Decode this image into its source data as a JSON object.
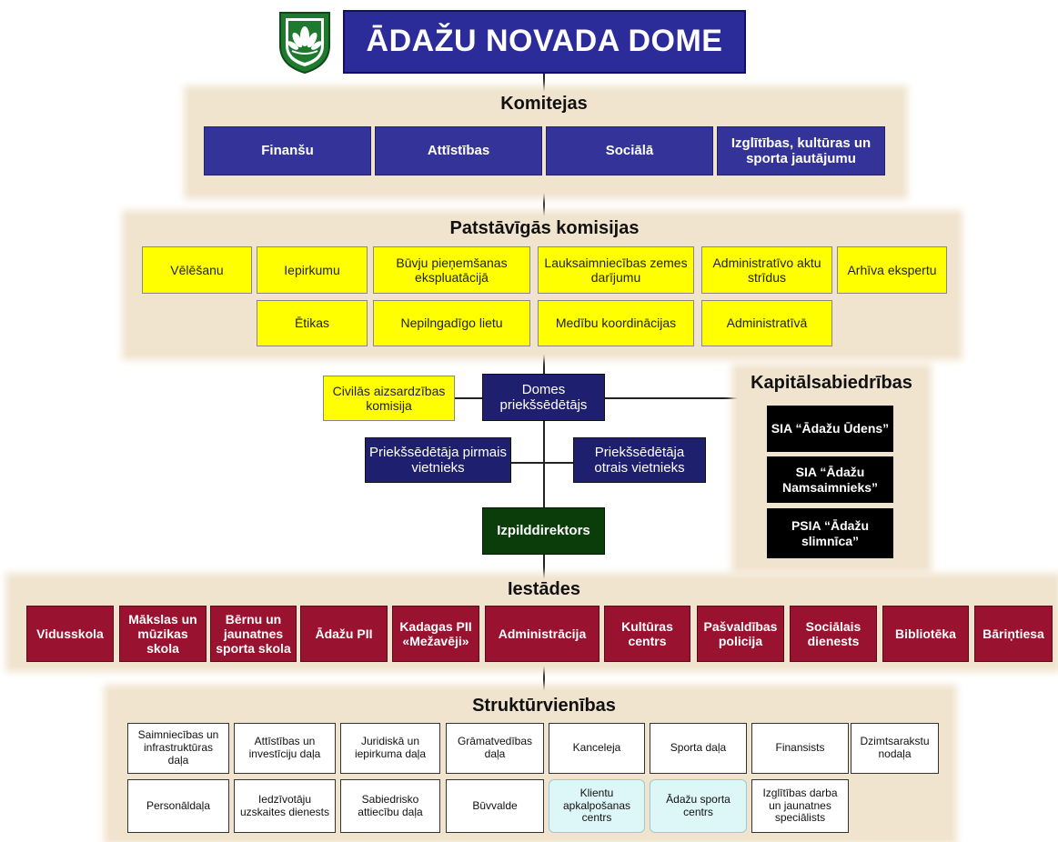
{
  "header": {
    "title": "ĀDAŽU NOVADA DOME",
    "logo_icon": "lotus-crest-icon"
  },
  "committees": {
    "title": "Komitejas",
    "items": [
      "Finanšu",
      "Attīstības",
      "Sociālā",
      "Izglītības, kultūras un sporta jautājumu"
    ]
  },
  "commissions": {
    "title": "Patstāvīgās komisijas",
    "row1": [
      "Vēlēšanu",
      "Iepirkumu",
      "Būvju pieņemšanas ekspluatācijā",
      "Lauksaimniecības zemes darījumu",
      "Administratīvo aktu strīdus",
      "Arhīva ekspertu"
    ],
    "row2": [
      "Ētikas",
      "Nepilngadīgo lietu",
      "Medību koordinācijas",
      "Administratīvā"
    ]
  },
  "leadership": {
    "civil": "Civilās aizsardzības komisija",
    "chair": "Domes priekšsēdētājs",
    "deputy1": "Priekšsēdētāja pirmais vietnieks",
    "deputy2": "Priekšsēdētāja otrais vietnieks",
    "director": "Izpilddirektors"
  },
  "companies": {
    "title": "Kapitālsabiedrības",
    "items": [
      "SIA “Ādažu Ūdens”",
      "SIA “Ādažu Namsaimnieks”",
      "PSIA “Ādažu slimnīca”"
    ]
  },
  "institutions": {
    "title": "Iestādes",
    "items": [
      "Vidusskola",
      "Mākslas un mūzikas skola",
      "Bērnu un jaunatnes sporta skola",
      "Ādažu PII",
      "Kadagas PII «Mežavēji»",
      "Administrācija",
      "Kultūras centrs",
      "Pašvaldības policija",
      "Sociālais dienests",
      "Bibliotēka",
      "Bāriņtiesa"
    ]
  },
  "units": {
    "title": "Struktūrvienības",
    "row1": [
      "Saimniecības un infrastruktūras daļa",
      "Attīstības un investīciju daļa",
      "Juridiskā un iepirkuma daļa",
      "Grāmatvedības daļa",
      "Kanceleja",
      "Sporta daļa",
      "Finansists",
      "Dzimtsarakstu nodaļa"
    ],
    "row2": [
      "Personāldaļa",
      "Iedzīvotāju uzskaites dienests",
      "Sabiedrisko attiecību daļa",
      "Būvvalde",
      "Klientu apkalpošanas centrs",
      "Ādažu sporta centrs",
      "Izglītības darba un jaunatnes speciālists"
    ]
  },
  "colors": {
    "committee": "#333399",
    "commission": "#ffff00",
    "leadership": "#1f1f6f",
    "director": "#0b3d0b",
    "company": "#000000",
    "institution": "#99122f",
    "unit": "#ffffff",
    "unit_highlight": "#ddf6f8",
    "panel": "#f1e4cf"
  }
}
